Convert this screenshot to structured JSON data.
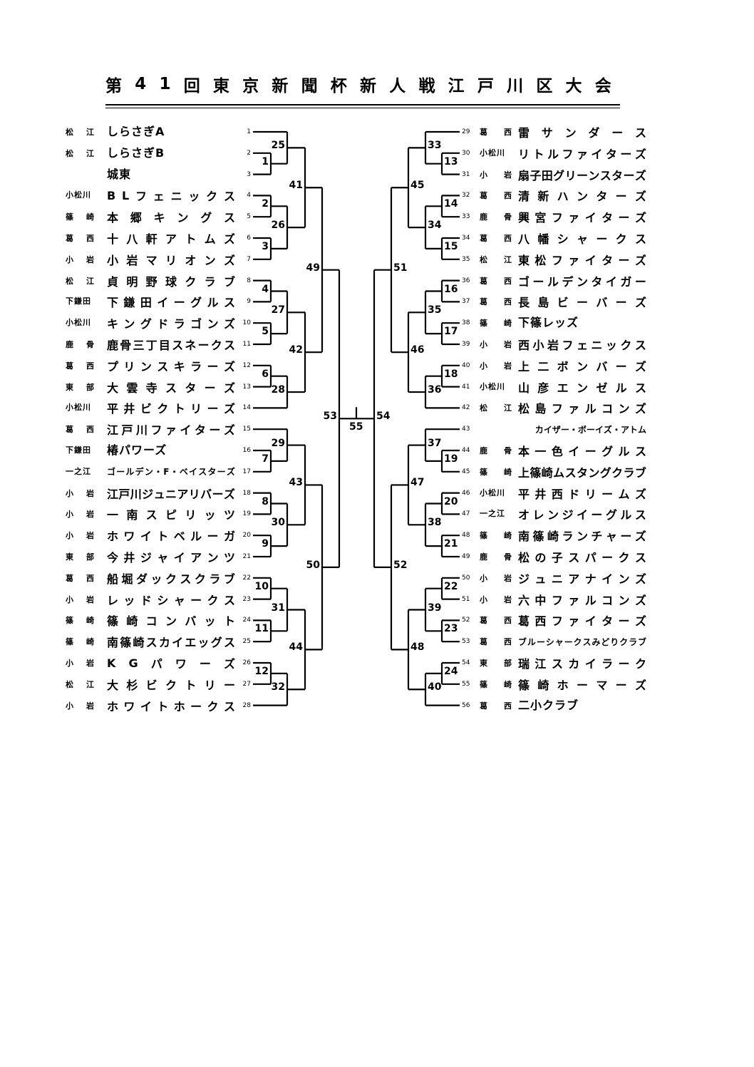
{
  "title": "第41回東京新聞杯新人戦江戸川区大会",
  "teams": [
    {
      "seed": "1",
      "district": "松江",
      "name": "しらさぎA"
    },
    {
      "seed": "2",
      "district": "松江",
      "name": "しらさぎB"
    },
    {
      "seed": "3",
      "district": "",
      "name": "城東"
    },
    {
      "seed": "4",
      "district": "小松川",
      "name": "BLフェニックス"
    },
    {
      "seed": "5",
      "district": "篠崎",
      "name": "本郷キングス"
    },
    {
      "seed": "6",
      "district": "葛西",
      "name": "十八軒アトムズ"
    },
    {
      "seed": "7",
      "district": "小岩",
      "name": "小岩マリオンズ"
    },
    {
      "seed": "8",
      "district": "松江",
      "name": "貞明野球クラブ"
    },
    {
      "seed": "9",
      "district": "下鎌田",
      "name": "下鎌田イーグルス"
    },
    {
      "seed": "10",
      "district": "小松川",
      "name": "キングドラゴンズ"
    },
    {
      "seed": "11",
      "district": "鹿骨",
      "name": "鹿骨三丁目スネークス"
    },
    {
      "seed": "12",
      "district": "葛西",
      "name": "プリンスキラーズ"
    },
    {
      "seed": "13",
      "district": "東部",
      "name": "大雲寺スターズ"
    },
    {
      "seed": "14",
      "district": "小松川",
      "name": "平井ビクトリーズ"
    },
    {
      "seed": "15",
      "district": "葛西",
      "name": "江戸川ファイターズ"
    },
    {
      "seed": "16",
      "district": "下鎌田",
      "name": "椿パワーズ"
    },
    {
      "seed": "17",
      "district": "一之江",
      "name": "ゴールデン・F・ベイスターズ"
    },
    {
      "seed": "18",
      "district": "小岩",
      "name": "江戸川ジュニアリバーズ"
    },
    {
      "seed": "19",
      "district": "小岩",
      "name": "一南スピリッツ"
    },
    {
      "seed": "20",
      "district": "小岩",
      "name": "ホワイトベルーガ"
    },
    {
      "seed": "21",
      "district": "東部",
      "name": "今井ジャイアンツ"
    },
    {
      "seed": "22",
      "district": "葛西",
      "name": "船堀ダックスクラブ"
    },
    {
      "seed": "23",
      "district": "小岩",
      "name": "レッドシャークス"
    },
    {
      "seed": "24",
      "district": "篠崎",
      "name": "篠崎コンバット"
    },
    {
      "seed": "25",
      "district": "篠崎",
      "name": "南篠崎スカイエッグス"
    },
    {
      "seed": "26",
      "district": "小岩",
      "name": "KGパワーズ"
    },
    {
      "seed": "27",
      "district": "松江",
      "name": "大杉ビクトリー"
    },
    {
      "seed": "28",
      "district": "小岩",
      "name": "ホワイトホークス"
    },
    {
      "seed": "29",
      "district": "葛西",
      "name": "雷サンダース"
    },
    {
      "seed": "30",
      "district": "小松川",
      "name": "リトルファイターズ"
    },
    {
      "seed": "31",
      "district": "小岩",
      "name": "扇子田グリーンスターズ"
    },
    {
      "seed": "32",
      "district": "葛西",
      "name": "清新ハンターズ"
    },
    {
      "seed": "33",
      "district": "鹿骨",
      "name": "興宮ファイターズ"
    },
    {
      "seed": "34",
      "district": "葛西",
      "name": "八幡シャークス"
    },
    {
      "seed": "35",
      "district": "松江",
      "name": "東松ファイターズ"
    },
    {
      "seed": "36",
      "district": "葛西",
      "name": "ゴールデンタイガー"
    },
    {
      "seed": "37",
      "district": "葛西",
      "name": "長島ビーバーズ"
    },
    {
      "seed": "38",
      "district": "篠崎",
      "name": "下篠レッズ"
    },
    {
      "seed": "39",
      "district": "小岩",
      "name": "西小岩フェニックス"
    },
    {
      "seed": "40",
      "district": "小岩",
      "name": "上二ボンバーズ"
    },
    {
      "seed": "41",
      "district": "小松川",
      "name": "山彦エンゼルス"
    },
    {
      "seed": "42",
      "district": "松江",
      "name": "松島ファルコンズ"
    },
    {
      "seed": "43",
      "district": "",
      "name": "カイザー・ボーイズ・アトム"
    },
    {
      "seed": "44",
      "district": "鹿骨",
      "name": "本一色イーグルス"
    },
    {
      "seed": "45",
      "district": "篠崎",
      "name": "上篠崎ムスタングクラブ"
    },
    {
      "seed": "46",
      "district": "小松川",
      "name": "平井西ドリームズ"
    },
    {
      "seed": "47",
      "district": "一之江",
      "name": "オレンジイーグルス"
    },
    {
      "seed": "48",
      "district": "篠崎",
      "name": "南篠崎ランチャーズ"
    },
    {
      "seed": "49",
      "district": "鹿骨",
      "name": "松の子スパークス"
    },
    {
      "seed": "50",
      "district": "小岩",
      "name": "ジュニアナインズ"
    },
    {
      "seed": "51",
      "district": "小岩",
      "name": "六中ファルコンズ"
    },
    {
      "seed": "52",
      "district": "葛西",
      "name": "葛西ファイターズ"
    },
    {
      "seed": "53",
      "district": "葛西",
      "name": "ブルーシャークスみどりクラブ"
    },
    {
      "seed": "54",
      "district": "東部",
      "name": "瑞江スカイラーク"
    },
    {
      "seed": "55",
      "district": "篠崎",
      "name": "篠崎ホーマーズ"
    },
    {
      "seed": "56",
      "district": "葛西",
      "name": "二小クラブ"
    }
  ],
  "matches": [
    {
      "no": "1",
      "a": "t2",
      "b": "t3"
    },
    {
      "no": "25",
      "a": "t1",
      "b": "m1"
    },
    {
      "no": "2",
      "a": "t4",
      "b": "t5"
    },
    {
      "no": "3",
      "a": "t6",
      "b": "t7"
    },
    {
      "no": "26",
      "a": "m2",
      "b": "m3"
    },
    {
      "no": "41",
      "a": "m25",
      "b": "m26"
    },
    {
      "no": "4",
      "a": "t8",
      "b": "t9"
    },
    {
      "no": "5",
      "a": "t10",
      "b": "t11"
    },
    {
      "no": "27",
      "a": "m4",
      "b": "m5"
    },
    {
      "no": "6",
      "a": "t12",
      "b": "t13"
    },
    {
      "no": "28",
      "a": "m6",
      "b": "t14"
    },
    {
      "no": "42",
      "a": "m27",
      "b": "m28"
    },
    {
      "no": "49",
      "a": "m41",
      "b": "m42"
    },
    {
      "no": "7",
      "a": "t16",
      "b": "t17"
    },
    {
      "no": "29",
      "a": "t15",
      "b": "m7"
    },
    {
      "no": "8",
      "a": "t18",
      "b": "t19"
    },
    {
      "no": "9",
      "a": "t20",
      "b": "t21"
    },
    {
      "no": "30",
      "a": "m8",
      "b": "m9"
    },
    {
      "no": "43",
      "a": "m29",
      "b": "m30"
    },
    {
      "no": "10",
      "a": "t22",
      "b": "t23"
    },
    {
      "no": "11",
      "a": "t24",
      "b": "t25"
    },
    {
      "no": "31",
      "a": "m10",
      "b": "m11"
    },
    {
      "no": "12",
      "a": "t26",
      "b": "t27"
    },
    {
      "no": "32",
      "a": "m12",
      "b": "t28"
    },
    {
      "no": "44",
      "a": "m31",
      "b": "m32"
    },
    {
      "no": "50",
      "a": "m43",
      "b": "m44"
    },
    {
      "no": "53",
      "a": "m49",
      "b": "m50"
    },
    {
      "no": "13",
      "a": "t30",
      "b": "t31"
    },
    {
      "no": "33",
      "a": "t29",
      "b": "m13"
    },
    {
      "no": "14",
      "a": "t32",
      "b": "t33"
    },
    {
      "no": "15",
      "a": "t34",
      "b": "t35"
    },
    {
      "no": "34",
      "a": "m14",
      "b": "m15"
    },
    {
      "no": "45",
      "a": "m33",
      "b": "m34"
    },
    {
      "no": "16",
      "a": "t36",
      "b": "t37"
    },
    {
      "no": "17",
      "a": "t38",
      "b": "t39"
    },
    {
      "no": "35",
      "a": "m16",
      "b": "m17"
    },
    {
      "no": "18",
      "a": "t40",
      "b": "t41"
    },
    {
      "no": "36",
      "a": "m18",
      "b": "t42"
    },
    {
      "no": "46",
      "a": "m35",
      "b": "m36"
    },
    {
      "no": "51",
      "a": "m45",
      "b": "m46"
    },
    {
      "no": "19",
      "a": "t44",
      "b": "t45"
    },
    {
      "no": "37",
      "a": "t43",
      "b": "m19"
    },
    {
      "no": "20",
      "a": "t46",
      "b": "t47"
    },
    {
      "no": "21",
      "a": "t48",
      "b": "t49"
    },
    {
      "no": "38",
      "a": "m20",
      "b": "m21"
    },
    {
      "no": "47",
      "a": "m37",
      "b": "m38"
    },
    {
      "no": "22",
      "a": "t50",
      "b": "t51"
    },
    {
      "no": "23",
      "a": "t52",
      "b": "t53"
    },
    {
      "no": "39",
      "a": "m22",
      "b": "m23"
    },
    {
      "no": "24",
      "a": "t54",
      "b": "t55"
    },
    {
      "no": "40",
      "a": "m24",
      "b": "t56"
    },
    {
      "no": "48",
      "a": "m39",
      "b": "m40"
    },
    {
      "no": "52",
      "a": "m47",
      "b": "m48"
    },
    {
      "no": "54",
      "a": "m51",
      "b": "m52"
    },
    {
      "no": "55",
      "a": "m53",
      "b": "m54"
    }
  ]
}
